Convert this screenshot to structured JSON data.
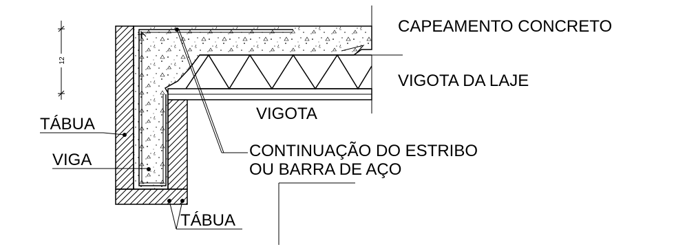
{
  "labels": {
    "capeamento": "CAPEAMENTO CONCRETO",
    "vigota_laje": "VIGOTA DA LAJE",
    "vigota": "VIGOTA",
    "tabua_side": "TÁBUA",
    "viga": "VIGA",
    "tabua_bottom": "TÁBUA",
    "continuacao_line1": "CONTINUAÇÃO DO ESTRIBO",
    "continuacao_line2": "OU BARRA DE AÇO"
  },
  "dimension": {
    "value": "12"
  }
}
